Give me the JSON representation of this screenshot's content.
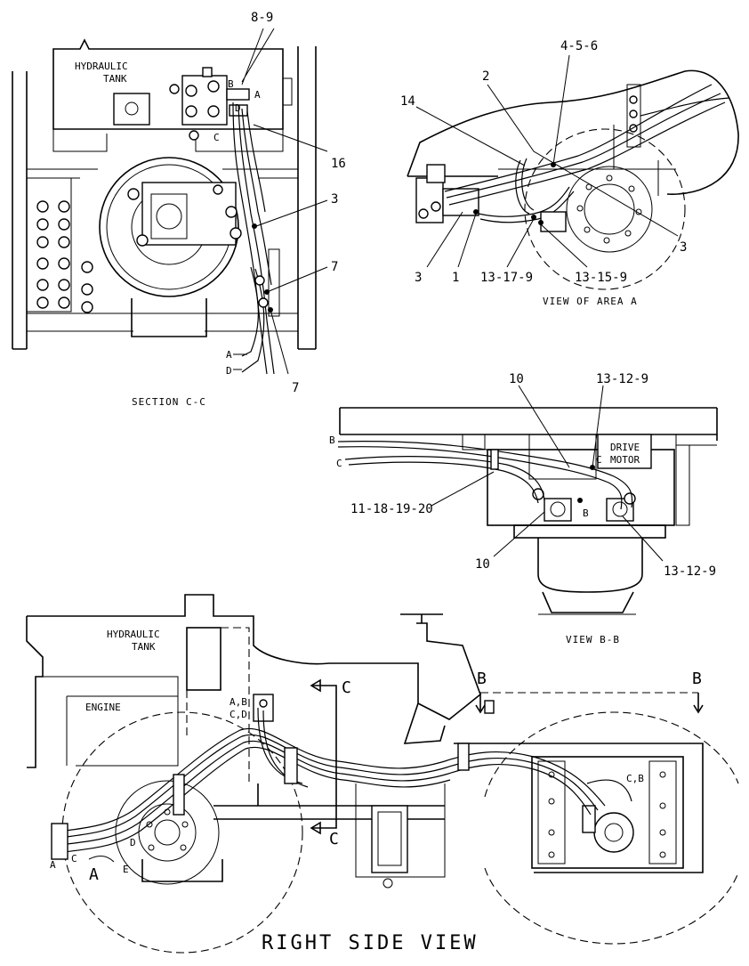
{
  "section_cc": {
    "caption": "SECTION C-C",
    "tank_label_1": "HYDRAULIC",
    "tank_label_2": "TANK",
    "callouts": [
      "8-9",
      "16",
      "3",
      "7",
      "7"
    ],
    "port_labels": [
      "B",
      "A",
      "D",
      "C",
      "A",
      "D"
    ]
  },
  "view_area_a": {
    "caption": "VIEW OF AREA A",
    "callouts": [
      "4-5-6",
      "2",
      "14",
      "3",
      "3",
      "1",
      "13-17-9",
      "13-15-9"
    ]
  },
  "view_bb": {
    "caption": "VIEW B-B",
    "drive_motor_1": "DRIVE",
    "drive_motor_2": "MOTOR",
    "callouts": [
      "10",
      "13-12-9",
      "11-18-19-20",
      "10",
      "13-12-9"
    ],
    "port_labels": [
      "B",
      "C",
      "C",
      "B"
    ]
  },
  "right_side_view": {
    "caption": "RIGHT SIDE VIEW",
    "tank_label_1": "HYDRAULIC",
    "tank_label_2": "TANK",
    "engine_label": "ENGINE",
    "port_ab": "A,B",
    "port_cd": "C,D",
    "port_cb": "C,B",
    "section_marks": [
      "C",
      "C"
    ],
    "view_marks": [
      "B",
      "B"
    ],
    "area_mark": "A",
    "hose_labels": [
      "A",
      "C",
      "D",
      "E"
    ]
  }
}
